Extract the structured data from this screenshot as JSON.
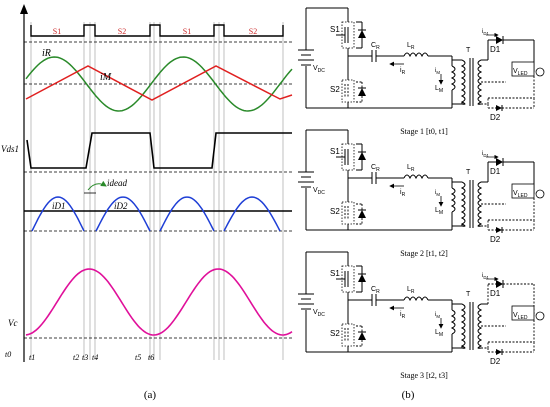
{
  "panel_labels": {
    "left": "(a)",
    "right": "(b)"
  },
  "colors": {
    "ir": "#2a8a2a",
    "im": "#e02020",
    "diode": "#1f3fd6",
    "vc": "#e0109a",
    "black": "#000000",
    "grid": "#b0b0b0",
    "switch_label": "#cc2a2a",
    "arrow_green": "#2a8a2a"
  },
  "waveforms": {
    "gate_labels": [
      "S1",
      "S2",
      "S1",
      "S2"
    ],
    "ir_label": "iR",
    "im_label": "iM",
    "vds_label": "Vds1",
    "idead_label": "idead",
    "id1_label": "iD1",
    "id2_label": "iD2",
    "vc_label": "Vc",
    "time_labels": [
      "t0",
      "t1",
      "t2",
      "t3",
      "t4",
      "t5",
      "t6"
    ]
  },
  "circuit": {
    "vdc": "VDC",
    "s1": "S1",
    "s2": "S2",
    "cr": "CR",
    "lr": "LR",
    "lm": "LM",
    "t": "T",
    "d1": "D1",
    "d2": "D2",
    "vled": "VLED",
    "ir": "iR",
    "im": "iM",
    "id1": "iD1"
  },
  "stages": [
    {
      "label": "Stage 1 [t0, t1]"
    },
    {
      "label": "Stage 2 [t1, t2]"
    },
    {
      "label": "Stage 3 [t2, t3]"
    }
  ]
}
